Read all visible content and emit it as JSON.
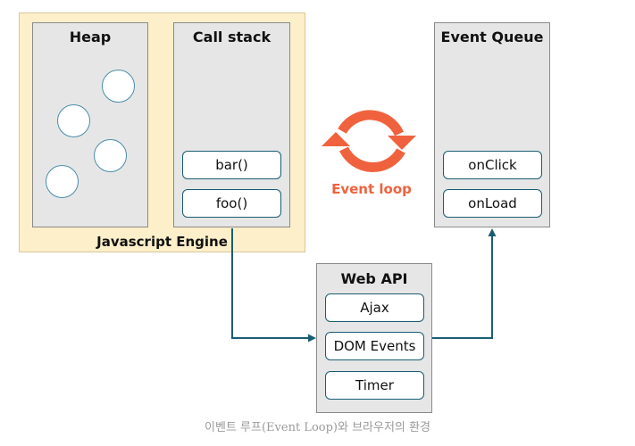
{
  "heap": {
    "title": "Heap"
  },
  "call_stack": {
    "title": "Call stack",
    "frames": [
      "bar()",
      "foo()"
    ]
  },
  "event_queue": {
    "title": "Event Queue",
    "items": [
      "onClick",
      "onLoad"
    ]
  },
  "web_api": {
    "title": "Web API",
    "items": [
      "Ajax",
      "DOM Events",
      "Timer"
    ]
  },
  "engine": {
    "label": "Javascript Engine"
  },
  "event_loop": {
    "label": "Event loop"
  },
  "caption": "이벤트 루프(Event Loop)와 브라우저의 환경",
  "colors": {
    "engine_bg": "#fdefc9",
    "panel_bg": "#e6e6e6",
    "item_border": "#1a5d72",
    "arrow": "#1a5d72",
    "loop_accent": "#f0623e"
  }
}
